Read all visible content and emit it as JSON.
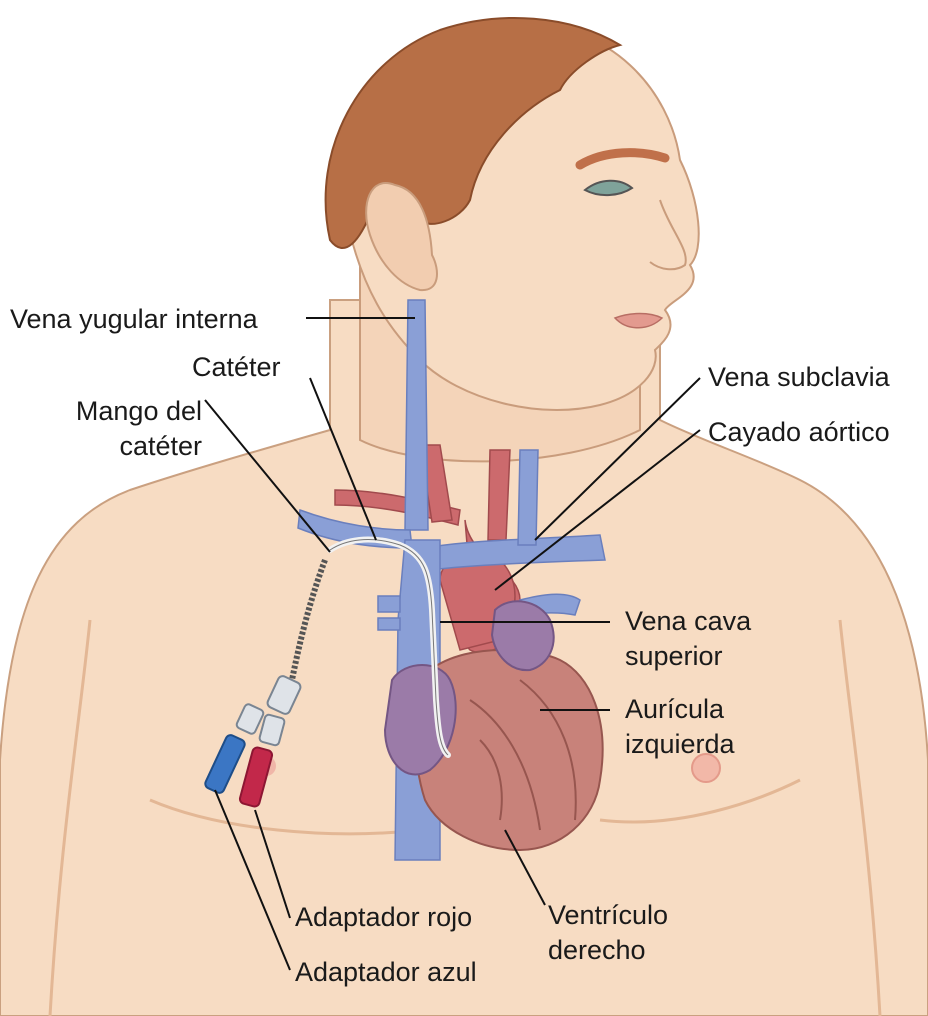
{
  "colors": {
    "skin": "#f7dcc3",
    "skin_shadow": "#ecc5a6",
    "hair": "#b76f46",
    "vein": "#8a9fd6",
    "artery": "#cc6a6d",
    "heart": "#c8827a",
    "catheter_blue": "#3b76c4",
    "catheter_red": "#c2284a"
  },
  "labels": {
    "internal_jugular": "Vena yugular interna",
    "catheter": "Catéter",
    "catheter_hub_1": "Mango del",
    "catheter_hub_2": "catéter",
    "subclavian": "Vena subclavia",
    "aortic_arch": "Cayado aórtico",
    "svc_1": "Vena cava",
    "svc_2": "superior",
    "left_atrium_1": "Aurícula",
    "left_atrium_2": "izquierda",
    "right_ventricle_1": "Ventrículo",
    "right_ventricle_2": "derecho",
    "red_adapter": "Adaptador rojo",
    "blue_adapter": "Adaptador azul"
  }
}
